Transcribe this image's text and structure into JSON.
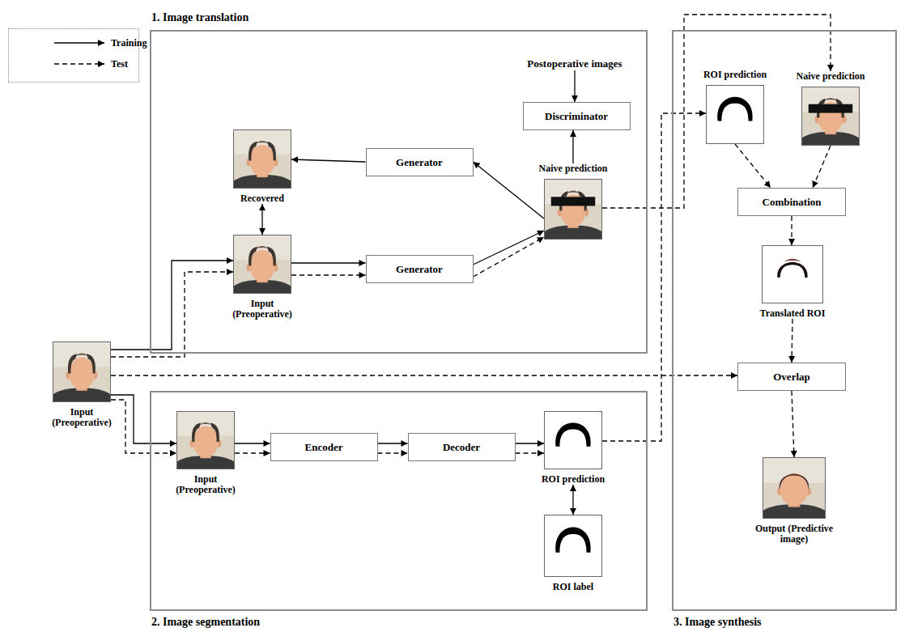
{
  "diagram": {
    "nodes": [
      {
        "text": [
          "1. Image translation"
        ]
      },
      {
        "text": [
          "Postoperative images"
        ],
        "in": 0
      },
      {
        "text": [
          "Discriminator"
        ],
        "in": 0
      },
      {
        "text": [
          "Recovered"
        ],
        "in": 0
      },
      {
        "text": [
          "Generator"
        ],
        "in": 0
      },
      {
        "text": [
          "Naive prediction"
        ],
        "in": 0
      },
      {
        "text": [
          "Input (Preoperative)"
        ],
        "in": 0
      },
      {
        "text": [
          "Generator"
        ],
        "in": 0
      },
      {
        "text": [
          "3. Image synthesis"
        ]
      },
      {
        "text": [
          "ROI prediction"
        ],
        "in": 8
      },
      {
        "text": [
          "Naive prediction"
        ],
        "in": 8
      },
      {
        "text": [
          "Combination"
        ],
        "in": 8
      },
      {
        "text": [
          "Translated ROI"
        ],
        "in": 8
      },
      {
        "text": [
          "Overlap"
        ],
        "in": 8
      },
      {
        "text": [
          "Output (Predictive image)"
        ],
        "in": 8
      },
      {
        "text": [
          "Input (Preoperative)"
        ]
      },
      {
        "text": [
          "2. Image segmentation"
        ]
      },
      {
        "text": [
          "Input (Preoperative)"
        ],
        "in": 16
      },
      {
        "text": [
          "Encoder"
        ],
        "in": 16
      },
      {
        "text": [
          "Decoder"
        ],
        "in": 16
      },
      {
        "text": [
          "ROI prediction"
        ],
        "in": 16
      },
      {
        "text": [
          "ROI label"
        ],
        "in": 16
      }
    ],
    "edges": [
      {
        "from": 1,
        "to": 2,
        "arrow": "to"
      },
      {
        "from": 5,
        "to": 2,
        "arrow": "to"
      },
      {
        "from": 5,
        "to": 4,
        "arrow": "to"
      },
      {
        "from": 4,
        "to": 3,
        "arrow": "to"
      },
      {
        "from": 3,
        "to": 6,
        "arrow": "both"
      },
      {
        "from": 6,
        "to": 7,
        "arrow": "to"
      },
      {
        "from": 6,
        "to": 7,
        "arrow": "to"
      },
      {
        "from": 7,
        "to": 5,
        "arrow": "to"
      },
      {
        "from": 7,
        "to": 5,
        "arrow": "to"
      },
      {
        "from": 15,
        "to": 6,
        "arrow": "to"
      },
      {
        "from": 15,
        "to": 6,
        "arrow": "to"
      },
      {
        "from": 15,
        "to": 17,
        "arrow": "to"
      },
      {
        "from": 15,
        "to": 17,
        "arrow": "to"
      },
      {
        "from": 15,
        "to": 13,
        "arrow": "to"
      },
      {
        "from": 17,
        "to": 18,
        "arrow": "to"
      },
      {
        "from": 17,
        "to": 18,
        "arrow": "to"
      },
      {
        "from": 18,
        "to": 19,
        "arrow": "to"
      },
      {
        "from": 18,
        "to": 19,
        "arrow": "to"
      },
      {
        "from": 19,
        "to": 20,
        "arrow": "to"
      },
      {
        "from": 19,
        "to": 20,
        "arrow": "to"
      },
      {
        "from": 20,
        "to": 21,
        "arrow": "both"
      },
      {
        "from": 20,
        "to": 9,
        "arrow": "to"
      },
      {
        "from": 5,
        "to": 10,
        "arrow": "to"
      },
      {
        "from": 9,
        "to": 11,
        "arrow": "to"
      },
      {
        "from": 10,
        "to": 11,
        "arrow": "to"
      },
      {
        "from": 11,
        "to": 12,
        "arrow": "to"
      },
      {
        "from": 12,
        "to": 13,
        "arrow": "to"
      },
      {
        "from": 13,
        "to": 14,
        "arrow": "to"
      }
    ],
    "legend": [
      {
        "text": "Training"
      },
      {
        "text": "Test"
      }
    ]
  }
}
